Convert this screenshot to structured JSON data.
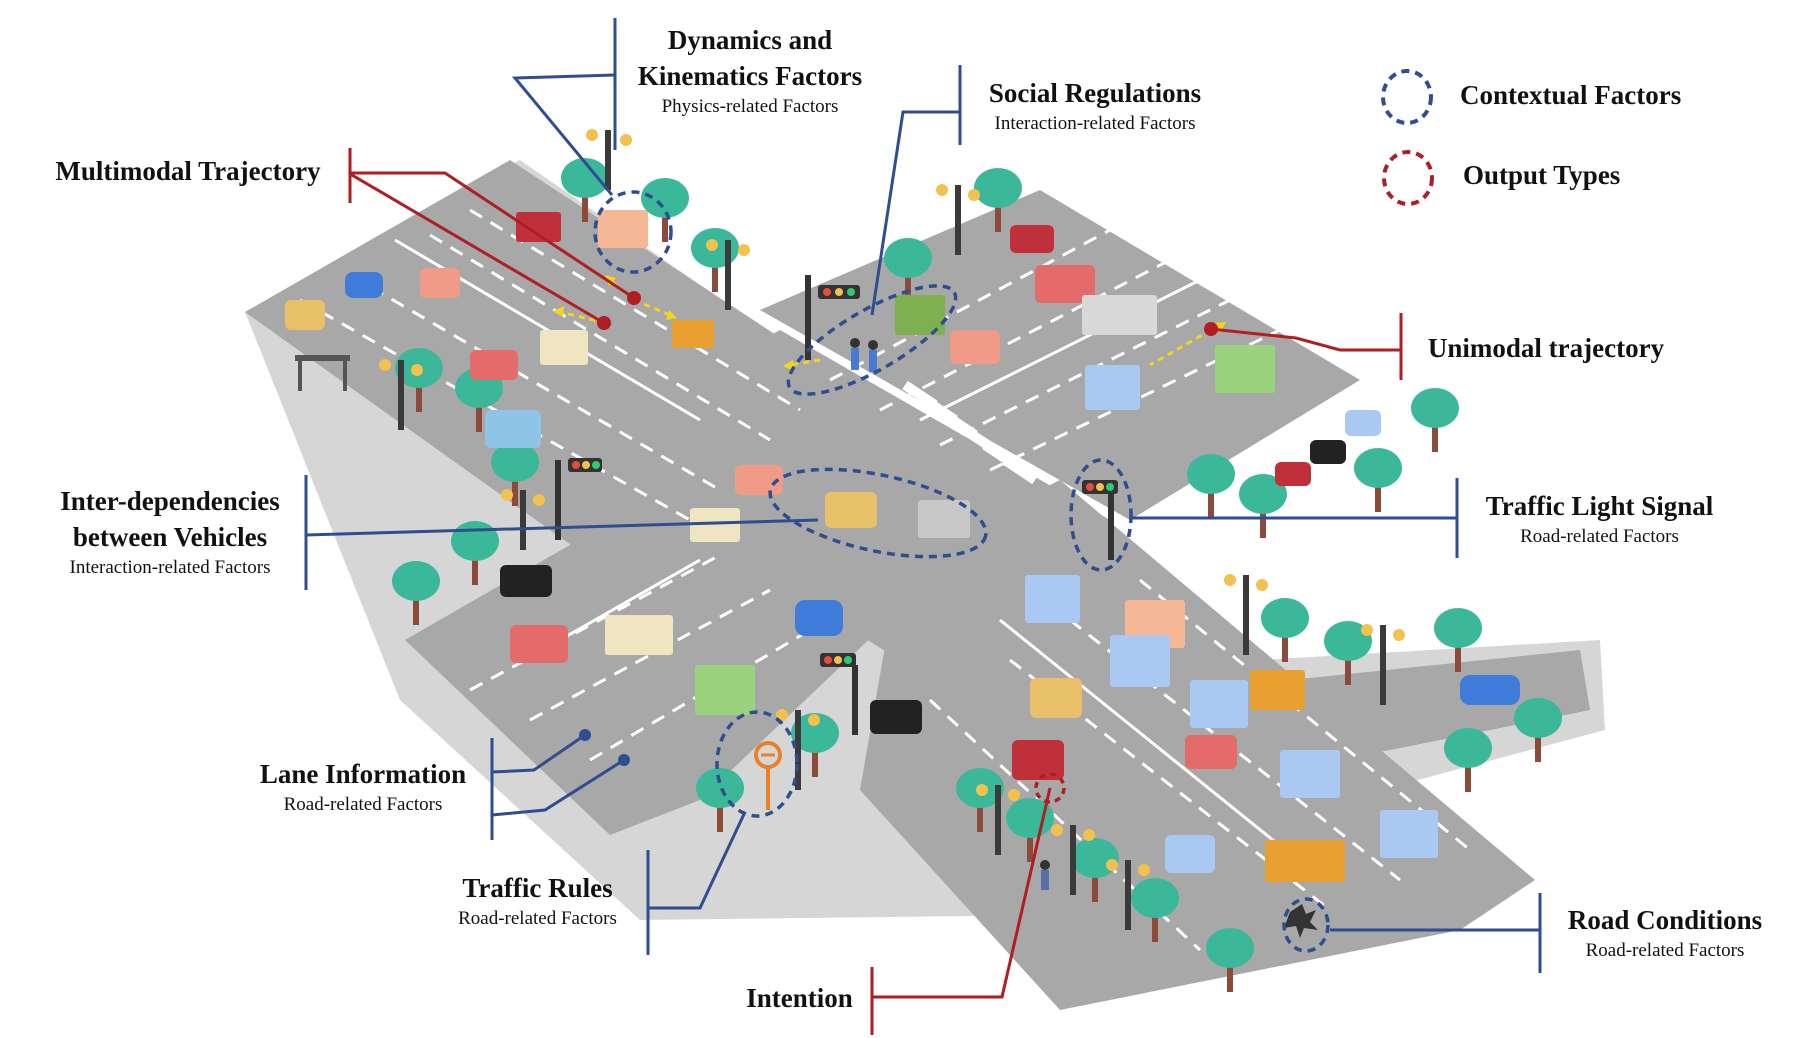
{
  "legend": {
    "contextual": "Contextual Factors",
    "output": "Output Types",
    "contextual_color": "#2E4E8F",
    "output_color": "#B01E23"
  },
  "labels": {
    "dynamics": {
      "title_line1": "Dynamics and",
      "title_line2": "Kinematics Factors",
      "sub": "Physics-related Factors"
    },
    "social": {
      "title": "Social Regulations",
      "sub": "Interaction-related Factors"
    },
    "multimodal": {
      "title": "Multimodal Trajectory"
    },
    "unimodal": {
      "title": "Unimodal trajectory"
    },
    "interdep": {
      "title_line1": "Inter-dependencies",
      "title_line2": "between Vehicles",
      "sub": "Interaction-related Factors"
    },
    "traffic_light": {
      "title": "Traffic Light Signal",
      "sub": "Road-related Factors"
    },
    "lane": {
      "title": "Lane Information",
      "sub": "Road-related Factors"
    },
    "rules": {
      "title": "Traffic Rules",
      "sub": "Road-related Factors"
    },
    "road": {
      "title": "Road Conditions",
      "sub": "Road-related Factors"
    },
    "intention": {
      "title": "Intention"
    }
  },
  "colors": {
    "road": "#A6A6A6",
    "sidewalk": "#D9D9D9",
    "lane_mark": "#FFFFFF",
    "tree": "#3BB89A",
    "trunk": "#8B4A3A",
    "trajectory": "#F2D61B"
  }
}
